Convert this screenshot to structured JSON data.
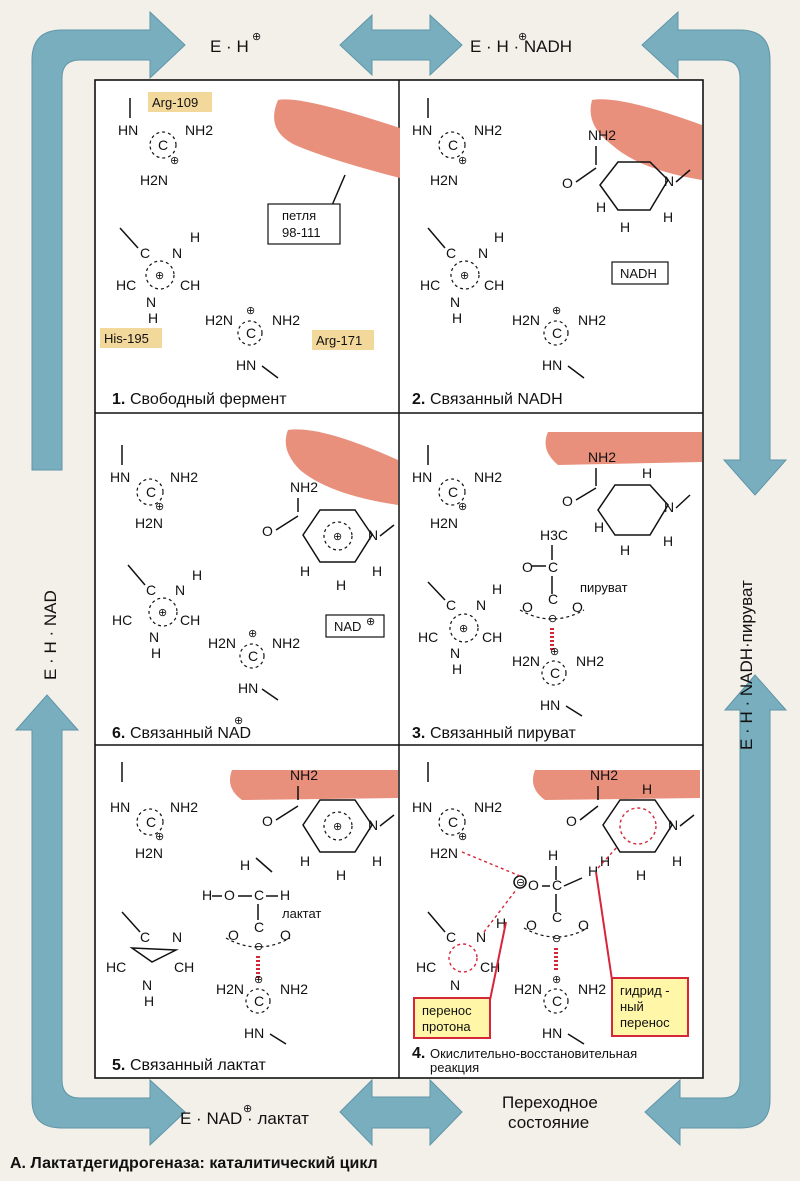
{
  "cycle_states": {
    "top_left": "E · H",
    "top_right": "E · H · NADH",
    "right_side": "E · H · NADH·пируват",
    "bottom_right_1": "Переходное",
    "bottom_right_2": "состояние",
    "bottom_left": "E · NAD · лактат",
    "left_side": "E · H · NAD"
  },
  "panels": {
    "p1": {
      "number": "1.",
      "title": "Свободный фермент"
    },
    "p2": {
      "number": "2.",
      "title": "Связанный NADH"
    },
    "p3": {
      "number": "3.",
      "title": "Связанный пируват"
    },
    "p4": {
      "number": "4.",
      "title_1": "Окислительно-восстановительная",
      "title_2": "реакция"
    },
    "p5": {
      "number": "5.",
      "title": "Связанный лактат"
    },
    "p6": {
      "number": "6.",
      "title": "Связанный NAD"
    }
  },
  "residues": {
    "arg109": "Arg-109",
    "his195": "His-195",
    "arg171": "Arg-171"
  },
  "loop_label_1": "петля",
  "loop_label_2": "98-111",
  "boxes": {
    "nadh": "NADH",
    "nad": "NAD"
  },
  "substrates": {
    "pyruvate": "пируват",
    "lactate": "лактат"
  },
  "transfer": {
    "proton_1": "перенос",
    "proton_2": "протона",
    "hydride_1": "гидрид -",
    "hydride_2": "ный",
    "hydride_3": "перенос"
  },
  "atoms": {
    "HN": "HN",
    "NH2": "NH2",
    "H2N": "H2N",
    "C": "C",
    "H": "H",
    "N": "N",
    "HC": "HC",
    "CH": "CH",
    "O": "O",
    "H3C": "H3C"
  },
  "plus": "⊕",
  "minus": "⊖",
  "figure_caption": "A. Лактатдегидрогеназа: каталитический цикл"
}
